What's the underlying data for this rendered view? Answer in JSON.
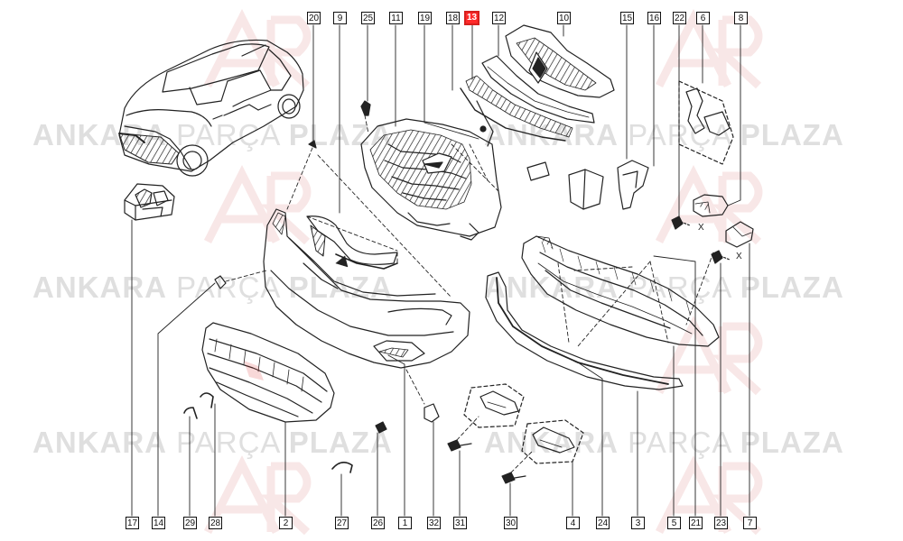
{
  "watermark": {
    "word1": "ANKARA",
    "word2": "PARÇA",
    "word3": "PLAZA"
  },
  "callouts": {
    "n20": "20",
    "n9": "9",
    "n25": "25",
    "n11": "11",
    "n19": "19",
    "n18": "18",
    "n13": "13",
    "n12": "12",
    "n10": "10",
    "n15": "15",
    "n16": "16",
    "n22": "22",
    "n6": "6",
    "n8": "8",
    "n17": "17",
    "n14": "14",
    "n29": "29",
    "n28": "28",
    "n2": "2",
    "n27": "27",
    "n26": "26",
    "n1": "1",
    "n32": "32",
    "n31": "31",
    "n30": "30",
    "n4": "4",
    "n24": "24",
    "n3": "3",
    "n5": "5",
    "n21": "21",
    "n23": "23",
    "n7": "7"
  },
  "highlighted_callout": "13",
  "highlight_color": "#ff2a2a",
  "line_color": "#222222",
  "marks": {
    "x1": "X",
    "x2": "X"
  }
}
